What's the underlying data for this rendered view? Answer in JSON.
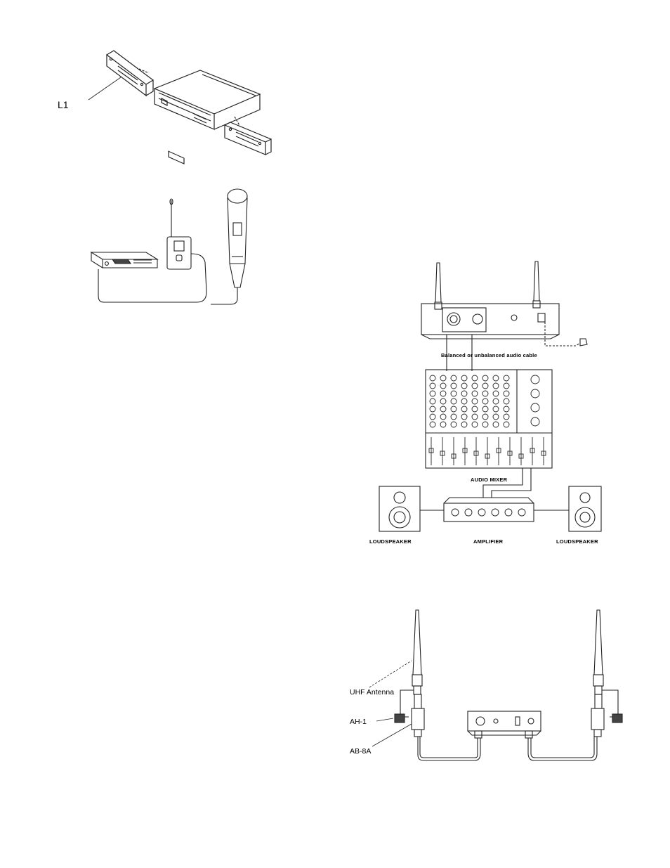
{
  "figure1": {
    "label_l1": "L1"
  },
  "figure3": {
    "cable_label": "Balanced or unbalanced audio cable",
    "mixer_label": "AUDIO MIXER",
    "amplifier_label": "AMPLIFIER",
    "left_speaker_label": "LOUDSPEAKER",
    "right_speaker_label": "LOUDSPEAKER"
  },
  "figure4": {
    "antenna_label": "UHF Antenna",
    "ah1_label": "AH-1",
    "ab8a_label": "AB-8A"
  }
}
